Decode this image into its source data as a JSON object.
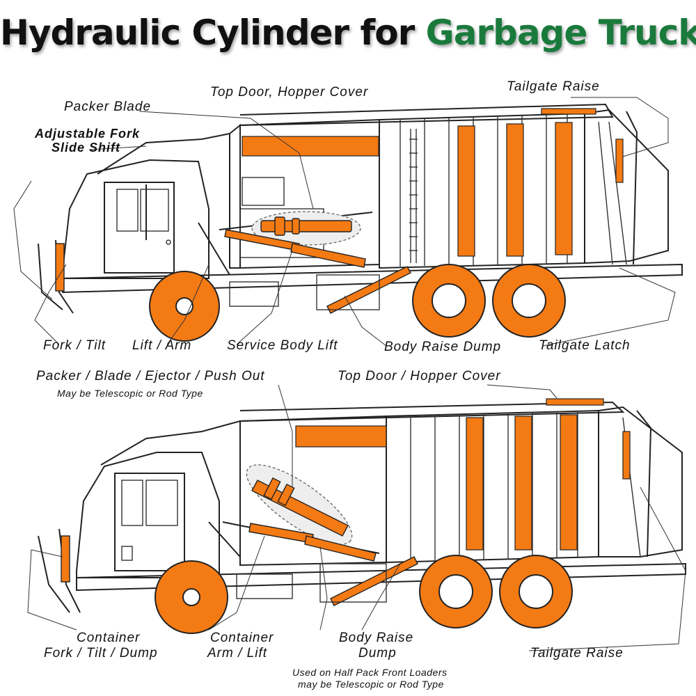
{
  "title": {
    "main": "Hydraulic Cylinder for ",
    "accent": "Garbage Truck"
  },
  "colors": {
    "cylinder": "#f47a14",
    "accent": "#1a7a3c"
  },
  "truck1": {
    "labels": {
      "top_door": "Top Door, Hopper Cover",
      "tailgate_raise": "Tailgate Raise",
      "packer_blade": "Packer Blade",
      "fork_slide_1": "Adjustable Fork",
      "fork_slide_2": "Slide Shift",
      "fork_tilt": "Fork / Tilt",
      "lift_arm": "Lift / Arm",
      "service_body": "Service Body Lift",
      "body_raise": "Body Raise Dump",
      "tailgate_latch": "Tailgate Latch"
    }
  },
  "truck2": {
    "labels": {
      "packer": "Packer / Blade / Ejector / Push Out",
      "packer_note": "May be Telescopic or Rod Type",
      "top_door": "Top Door / Hopper Cover",
      "container_fork_1": "Container",
      "container_fork_2": "Fork / Tilt / Dump",
      "container_arm_1": "Container",
      "container_arm_2": "Arm / Lift",
      "body_raise_1": "Body Raise",
      "body_raise_2": "Dump",
      "tailgate_raise": "Tailgate Raise",
      "note_1": "Used on Half Pack Front Loaders",
      "note_2": "may be Telescopic or Rod Type"
    }
  }
}
